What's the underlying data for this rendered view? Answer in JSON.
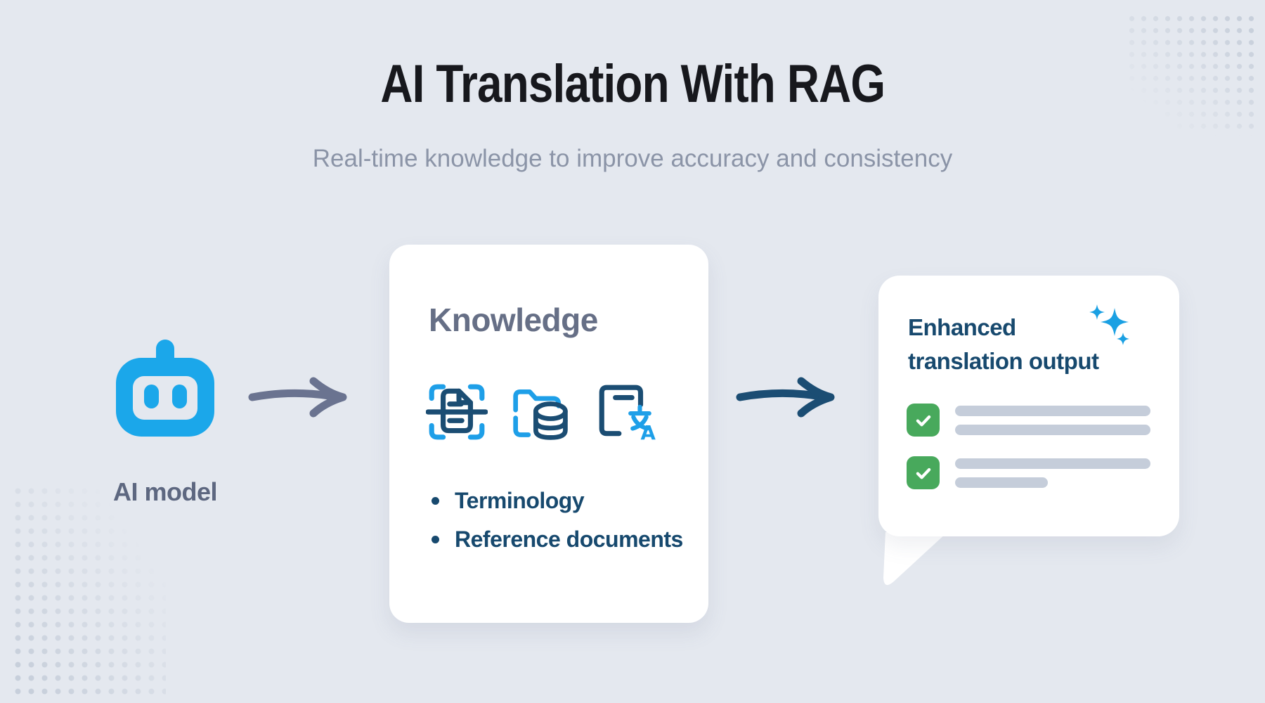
{
  "header": {
    "title": "AI Translation With RAG",
    "subtitle": "Real-time knowledge to improve accuracy and consistency"
  },
  "ai_model": {
    "icon": "robot-icon",
    "label": "AI model"
  },
  "flow": {
    "arrow1_icon": "arrow-right-icon",
    "arrow2_icon": "arrow-right-icon"
  },
  "knowledge_card": {
    "title": "Knowledge",
    "icons": [
      "scan-document-icon",
      "folder-database-icon",
      "translate-document-icon"
    ],
    "bullets": [
      "Terminology",
      "Reference documents"
    ]
  },
  "output_card": {
    "title": "Enhanced translation output",
    "icon": "sparkles-icon",
    "checklist": [
      {
        "status": "checked",
        "lines": [
          "long",
          "long"
        ]
      },
      {
        "status": "checked",
        "lines": [
          "long",
          "short"
        ]
      }
    ]
  },
  "colors": {
    "background": "#E4E8EF",
    "azure": "#1BA7EA",
    "icon_blue": "#1E9FE8",
    "navy": "#1B4D73",
    "text_navy": "#17496E",
    "slate": "#666F86",
    "arrow_gray": "#6A7390",
    "title_dark": "#17181D",
    "subtitle_gray": "#8B94A7",
    "success_green": "#48A95C",
    "placeholder_gray": "#C5CDDA",
    "card_white": "#FFFFFF"
  }
}
